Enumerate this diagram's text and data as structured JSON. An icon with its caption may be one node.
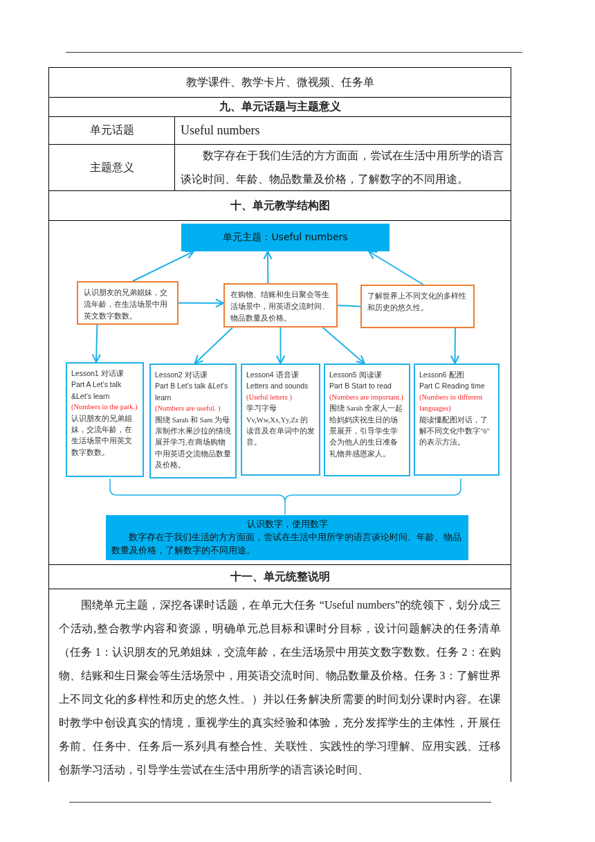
{
  "diagram": {
    "nodes": [
      {
        "text": [
          "单元主题：Useful numbers"
        ]
      },
      {
        "text": [
          "认识朋友的兄弟姐妹，交流年龄，在生活场景中用英文数字数数。"
        ]
      },
      {
        "text": [
          "在购物、结账和生日聚会等生活场景中，用英语交流时间、物品数量及价格。"
        ]
      },
      {
        "text": [
          "了解世界上不同文化的多样性和历史的悠久性。"
        ]
      },
      {
        "text": [
          "Lesson1 对话课",
          "Part A Let’s talk &Let’s learn",
          "(Numbers in the park.)",
          "认识朋友的兄弟姐妹，交流年龄，在生活场景中用英文数字数数。"
        ]
      },
      {
        "text": [
          "Lesson2 对话课",
          "Part B Let’s talk &Let’s learn",
          "(Numbers are useful. )",
          "围绕 Sarah 和 Sam 为母亲制作水果沙拉的情境展开学习,在商场购物中用英语交流物品数量及价格。"
        ]
      },
      {
        "text": [
          "Lesson4 语音课",
          "Letters and sounds",
          "(Useful letters )",
          "学习字母 Vv,Ww,Xx,Yy,Zz 的读音及在单词中的发音。"
        ]
      },
      {
        "text": [
          "Lesson5 阅读课",
          "Part B Start to read",
          "(Numbers are important.)",
          "围绕 Sarah 全家人一起给妈妈庆祝生日的场景展开，引导学生学会为他人的生日准备礼物并感恩家人。"
        ]
      },
      {
        "text": [
          "Lesson6 配图",
          "Part C Reading time",
          "(Numbers in different languages)",
          "能读懂配图对话，了解不同文化中数字\"6\" 的表示方法。"
        ]
      },
      {
        "text": [
          "认识数字，使用数字",
          "数字存在于我们生活的方方面面，尝试在生活中用所学的语言谈论时间、年龄、物品数量及价格，了解数字的不同用途。"
        ]
      }
    ],
    "edges": [
      {
        "from": 1,
        "to": 0,
        "arrow": "to"
      },
      {
        "from": 2,
        "to": 0,
        "arrow": "to"
      },
      {
        "from": 3,
        "to": 0,
        "arrow": "to"
      },
      {
        "from": 1,
        "to": 2,
        "arrow": "to"
      },
      {
        "from": 3,
        "to": 2,
        "arrow": "none"
      },
      {
        "from": 1,
        "to": 4,
        "arrow": "to"
      },
      {
        "from": 2,
        "to": 5,
        "arrow": "to"
      },
      {
        "from": 2,
        "to": 6,
        "arrow": "to"
      },
      {
        "from": 2,
        "to": 7,
        "arrow": "to"
      },
      {
        "from": 3,
        "to": 8,
        "arrow": "to"
      }
    ],
    "labels": [
      "教学课件、教学卡片、微视频、任务单",
      "九、单元话题与主题意义",
      "单元话题",
      "Useful numbers",
      "主题意义",
      "数字存在于我们生活的方方面面，尝试在生活中用所学的语言谈论时间、年龄、物品数量及价格，了解数字的不同用途。",
      "十、单元教学结构图",
      "十一、单元统整说明",
      "围绕单元主题，深挖各课时话题，在单元大任务 “Useful numbers”的统领下，划分成三个活动,整合教学内容和资源，明确单元总目标和课时分目标，设计问题解决的任务清单（任务 1：认识朋友的兄弟姐妹，交流年龄，在生活场景中用英文数字数数。任务 2：在购物、结账和生日聚会等生活场景中，用英语交流时间、物品数量及价格。任务 3：了解世界上不同文化的多样性和历史的悠久性。）并以任务解决所需要的时间划分课时内容。在课时教学中创设真实的情境，重视学生的真实经验和体验，充分发挥学生的主体性，开展任务前、任务中、任务后一系列具有整合性、关联性、实践性的学习理解、应用实践、迁移创新学习活动，引导学生尝试在生活中用所学的语言谈论时间、"
    ]
  }
}
